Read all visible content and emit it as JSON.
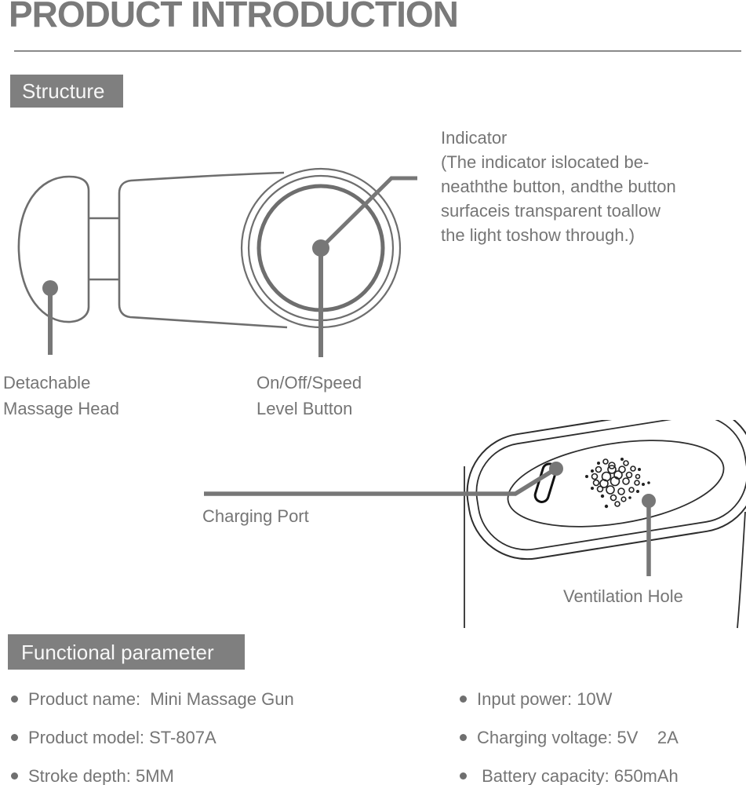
{
  "page": {
    "title": "PRODUCT INTRODUCTION"
  },
  "sections": {
    "structure": {
      "label": "Structure",
      "annotations": {
        "indicator": "Indicator\n(The indicator islocated be-\nneaththe button, andthe button\nsurfaceis transparent toallow\nthe light toshow through.)",
        "massage_head": "Detachable\nMassage Head",
        "power_button": "On/Off/Speed\nLevel Button",
        "charging_port": "Charging Port",
        "ventilation_hole": "Ventilation Hole"
      }
    },
    "functional_parameter": {
      "label": "Functional parameter",
      "left_items": [
        "Product name:  Mini Massage Gun",
        "Product model: ST-807A",
        "Stroke depth: 5MM"
      ],
      "right_items": [
        "Input power: 10W",
        "Charging voltage: 5V    2A",
        " Battery capacity: 650mAh"
      ]
    }
  },
  "colors": {
    "heading_gray": "#7a7a7a",
    "badge_gray": "#7f7f7f",
    "text_gray": "#757575",
    "diagram_gray": "#6e6e6e",
    "diagram_dark": "#2e2e2e",
    "leader_gray": "#777777"
  }
}
